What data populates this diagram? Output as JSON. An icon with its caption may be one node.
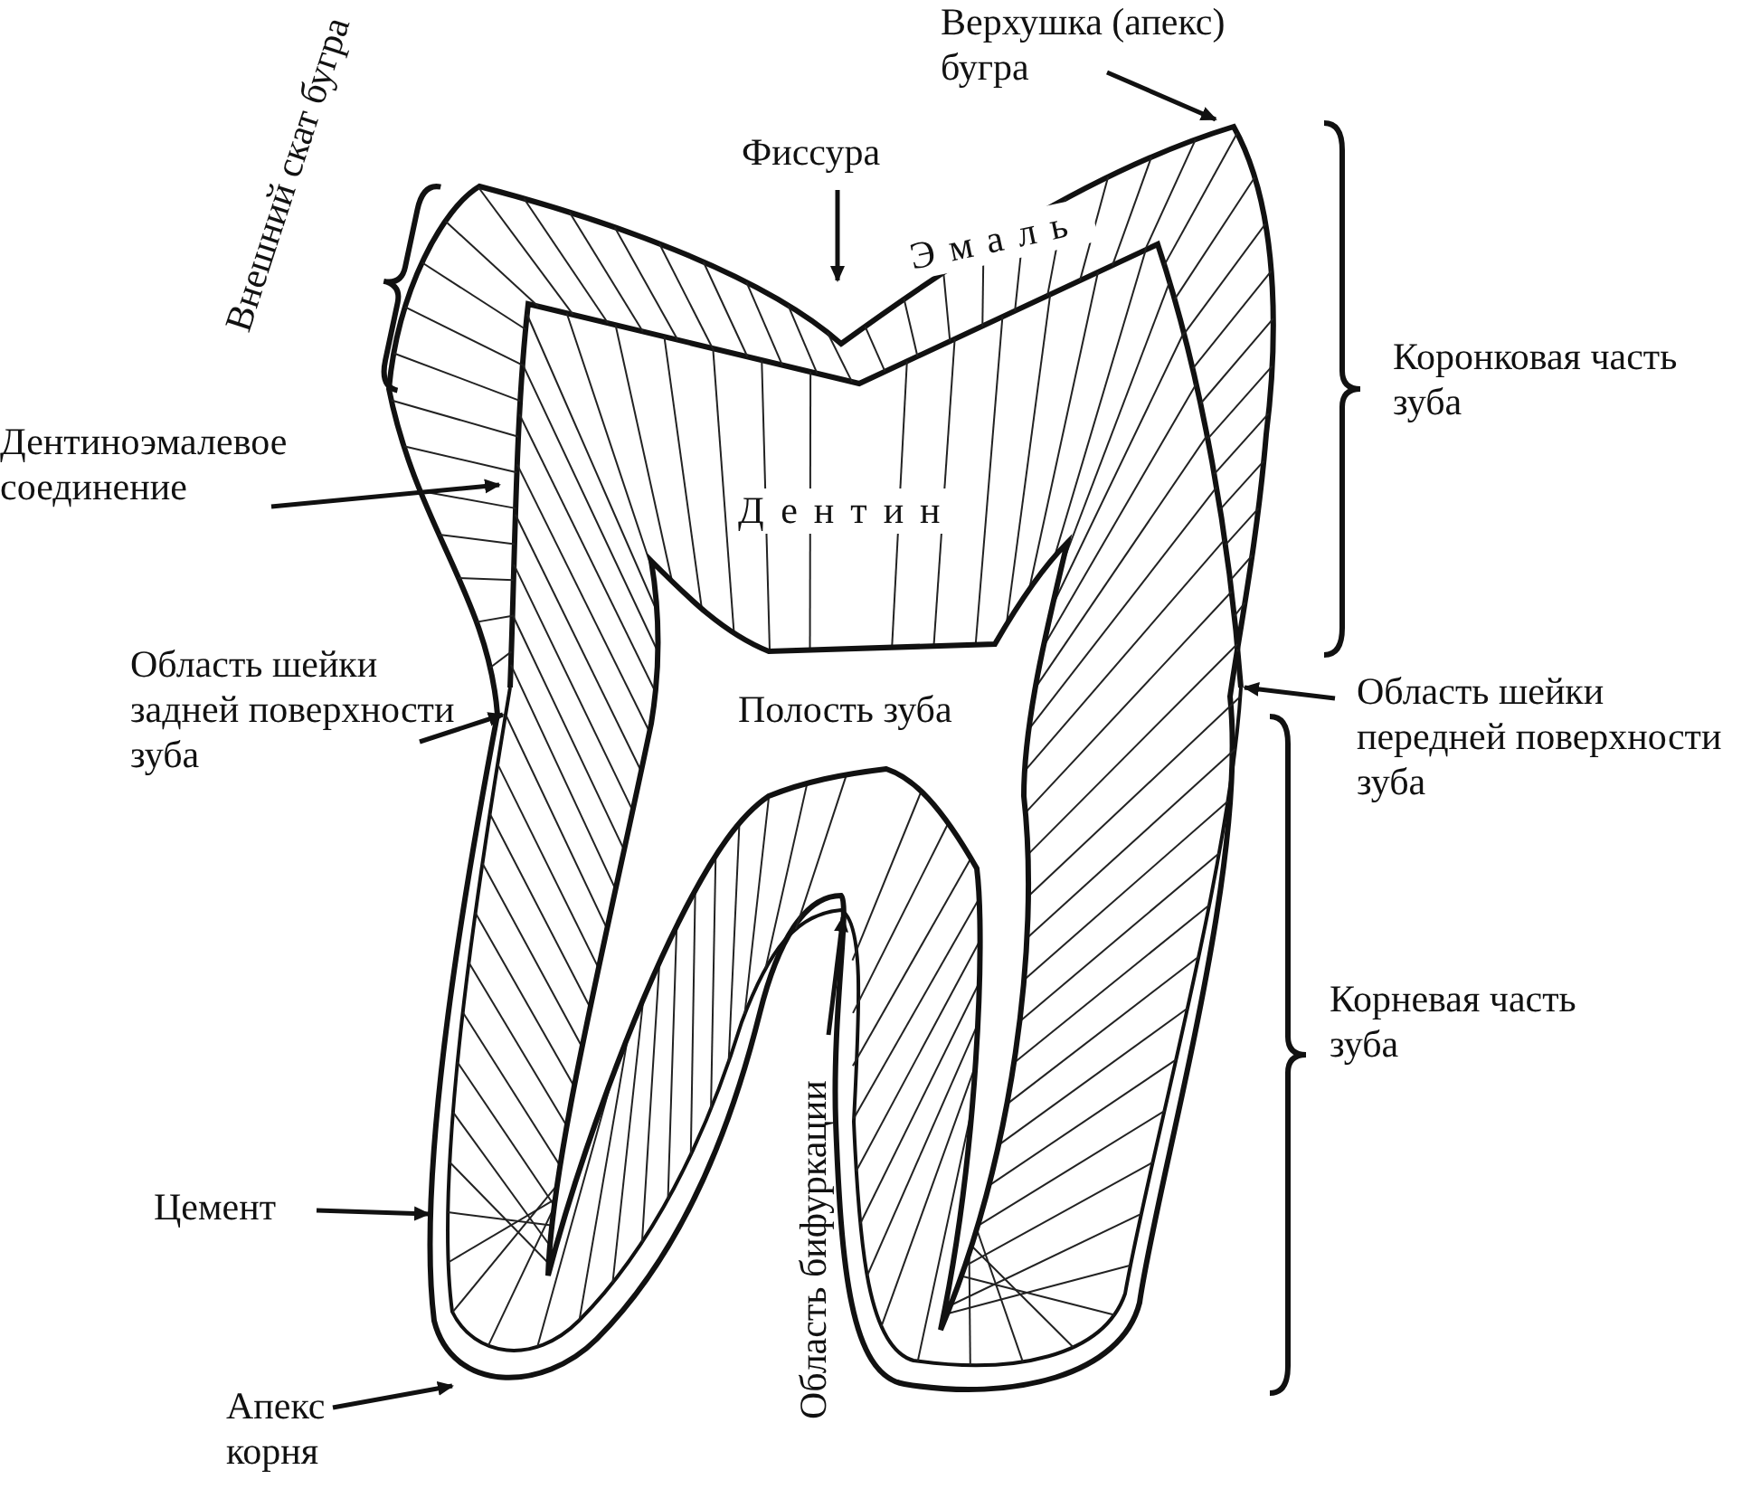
{
  "diagram": {
    "nodes": [
      {
        "text": [
          "Верхушка (апекс) бугра"
        ]
      },
      {
        "text": [
          "Фиссура"
        ]
      },
      {
        "text": [
          "Дентиноэмалевое соединение"
        ]
      },
      {
        "text": [
          "Область шейки задней поверхности зуба"
        ]
      },
      {
        "text": [
          "Область шейки передней поверхности зуба"
        ]
      },
      {
        "text": [
          "Область бифуркации"
        ]
      },
      {
        "text": [
          "Цемент"
        ]
      },
      {
        "text": [
          "Апекс корня"
        ]
      }
    ],
    "edges": [
      {
        "from": 0,
        "to": null,
        "arrow": "to"
      },
      {
        "from": 1,
        "to": null,
        "arrow": "to"
      },
      {
        "from": 2,
        "to": null,
        "arrow": "to"
      },
      {
        "from": 3,
        "to": null,
        "arrow": "to"
      },
      {
        "from": 4,
        "to": null,
        "arrow": "to"
      },
      {
        "from": 5,
        "to": null,
        "arrow": "to"
      },
      {
        "from": 6,
        "to": null,
        "arrow": "to"
      },
      {
        "from": 7,
        "to": null,
        "arrow": "to"
      }
    ],
    "labels": [
      "Внешний скат бугра",
      "Эмаль",
      "Дентин",
      "Коронковая часть зуба",
      "Полость зуба",
      "Корневая часть зуба"
    ]
  }
}
